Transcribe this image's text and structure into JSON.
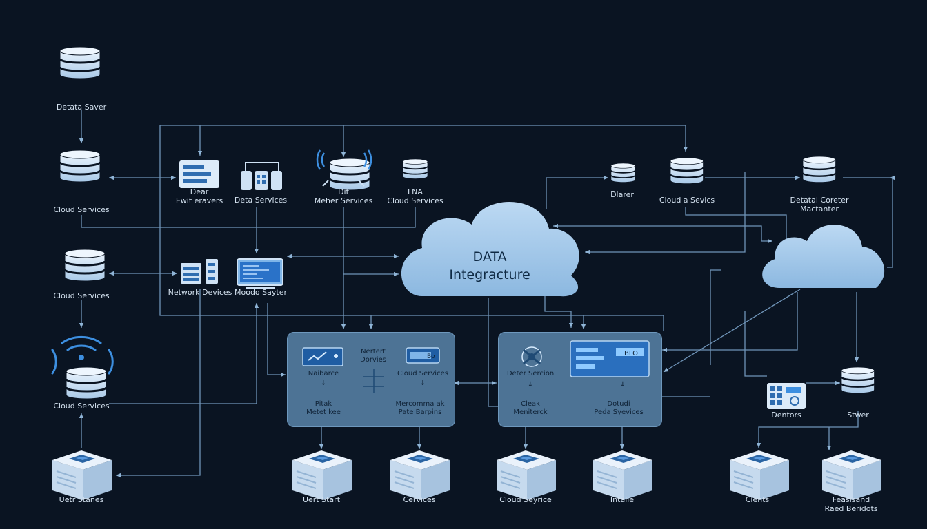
{
  "cloud": {
    "line1": "DATA",
    "line2": "Integracture"
  },
  "left": {
    "n1": "Detata Saver",
    "n2": "Cloud Services",
    "n3": "Cloud Services",
    "n4": "Cloud Services",
    "n5": "Uetr Stanes"
  },
  "top": {
    "n1a": "Dear",
    "n1b": "Ewit eravers",
    "n2": "Deta Services",
    "n3a": "Dit",
    "n3b": "Meher Services",
    "n4a": "LNA",
    "n4b": "Cloud Services",
    "n5": "Dlarer",
    "n6": "Cloud a Sevics",
    "n7a": "Detatal Coreter",
    "n7b": "Mactanter"
  },
  "mid": {
    "n1": "Network Devices",
    "n2": "Moodo Sayter"
  },
  "panel1": {
    "hdr1": "Nertert",
    "hdr2": "Dorvies",
    "badge": "Bo",
    "t1": "Naibarce",
    "t2": "Cloud Services",
    "t3a": "Pitak",
    "t3b": "Metet kee",
    "t4a": "Mercomma ak",
    "t4b": "Pate Barpins"
  },
  "panel2": {
    "t1": "Deter Sercion",
    "badge": "BLO",
    "t2a": "Cleak",
    "t2b": "Meniterck",
    "t3a": "Dotudi",
    "t3b": "Peda Syevices"
  },
  "right": {
    "n1": "Dentors",
    "n2": "Stwer"
  },
  "bottom": {
    "b1": "Uert Start",
    "b2": "Cervices",
    "b3": "Cloud Seyrice",
    "b4": "Intalle",
    "b5": "Clents",
    "b6a": "Feasisand",
    "b6b": "Raed Beridots"
  }
}
